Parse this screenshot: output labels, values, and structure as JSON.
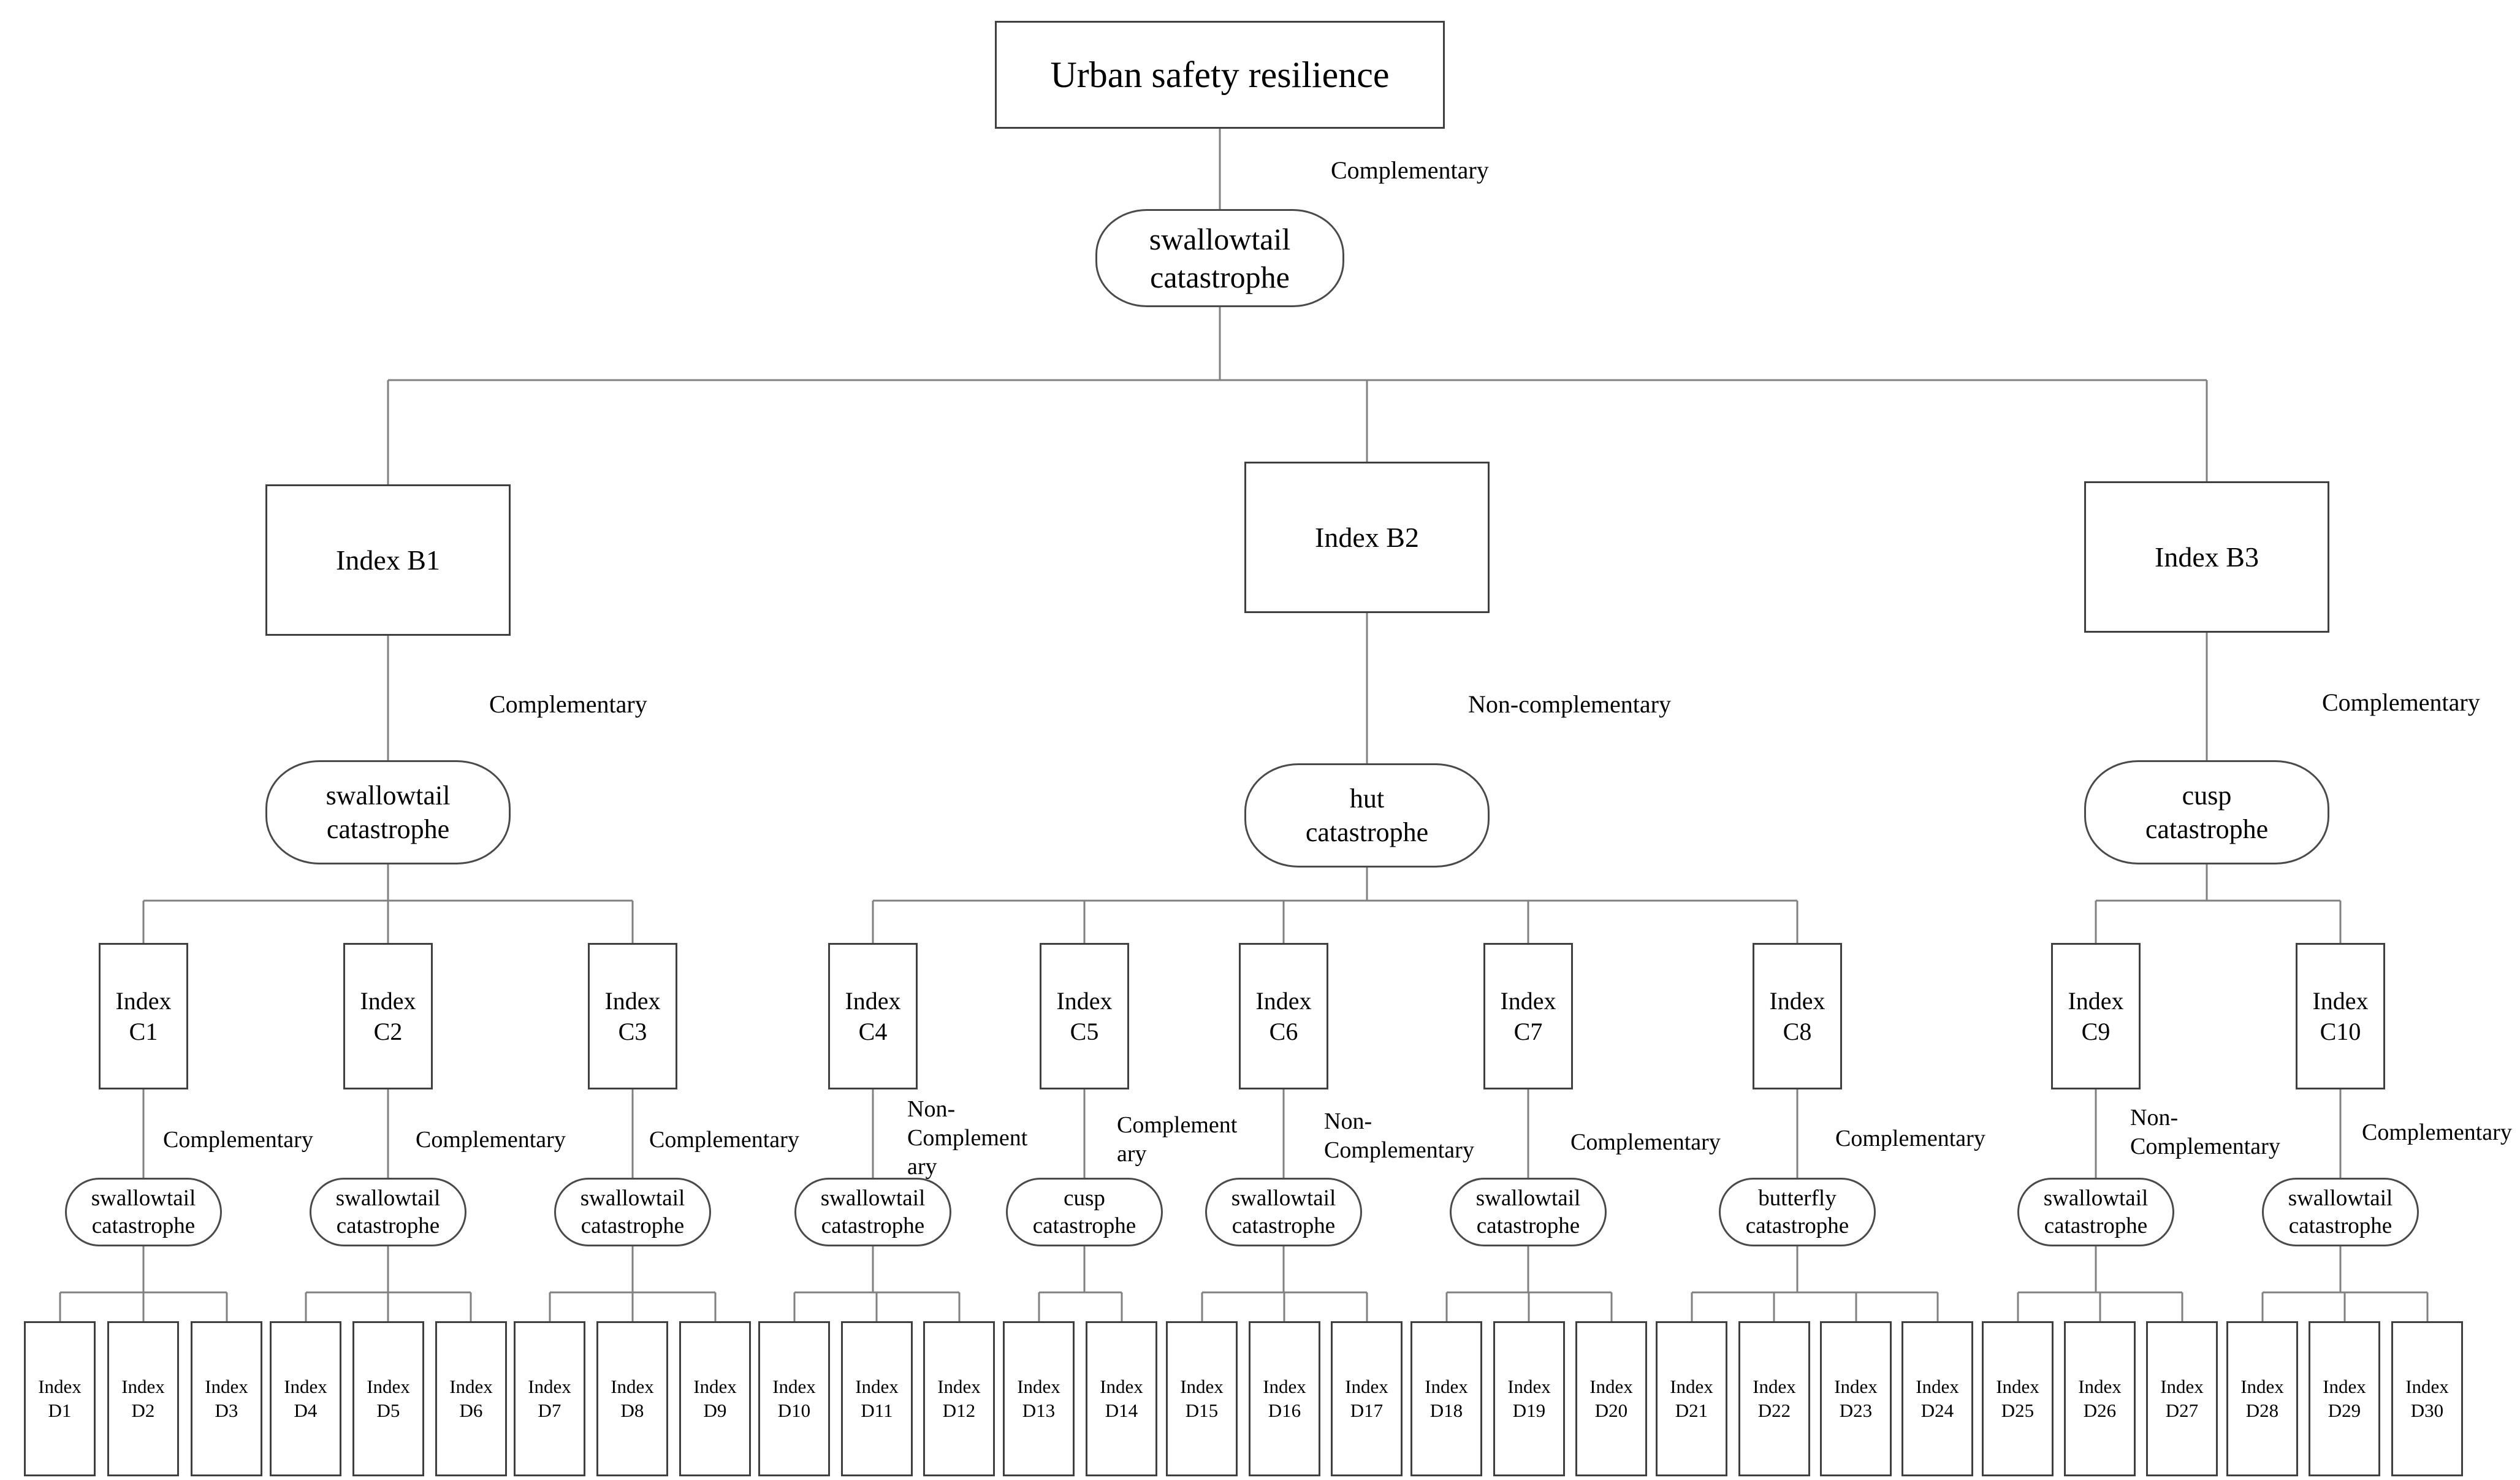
{
  "meta": {
    "title": "Urban safety resilience evaluation hierarchy diagram",
    "colors": {
      "background": "#ffffff",
      "line": "#808080",
      "box_border": "#3f3f3f",
      "text": "#000000"
    }
  },
  "root": {
    "label": "Urban safety resilience"
  },
  "root_edge": {
    "label": "Complementary"
  },
  "root_cat": {
    "line1": "swallowtail",
    "line2": "catastrophe"
  },
  "b": [
    {
      "label": "Index B1",
      "edge": "Complementary",
      "cat1": "swallowtail",
      "cat2": "catastrophe"
    },
    {
      "label": "Index B2",
      "edge": "Non-complementary",
      "cat1": "hut",
      "cat2": "catastrophe"
    },
    {
      "label": "Index B3",
      "edge": "Complementary",
      "cat1": "cusp",
      "cat2": "catastrophe"
    }
  ],
  "c": [
    {
      "l1": "Index",
      "l2": "C1",
      "edge": [
        "Complementary"
      ],
      "cat1": "swallowtail",
      "cat2": "catastrophe"
    },
    {
      "l1": "Index",
      "l2": "C2",
      "edge": [
        "Complementary"
      ],
      "cat1": "swallowtail",
      "cat2": "catastrophe"
    },
    {
      "l1": "Index",
      "l2": "C3",
      "edge": [
        "Complementary"
      ],
      "cat1": "swallowtail",
      "cat2": "catastrophe"
    },
    {
      "l1": "Index",
      "l2": "C4",
      "edge": [
        "Non-",
        "Complement",
        "ary"
      ],
      "cat1": "swallowtail",
      "cat2": "catastrophe"
    },
    {
      "l1": "Index",
      "l2": "C5",
      "edge": [
        "Complement",
        "ary"
      ],
      "cat1": "cusp",
      "cat2": "catastrophe"
    },
    {
      "l1": "Index",
      "l2": "C6",
      "edge": [
        "Non-",
        "Complementary"
      ],
      "cat1": "swallowtail",
      "cat2": "catastrophe"
    },
    {
      "l1": "Index",
      "l2": "C7",
      "edge": [
        "Complementary"
      ],
      "cat1": "swallowtail",
      "cat2": "catastrophe"
    },
    {
      "l1": "Index",
      "l2": "C8",
      "edge": [
        "Complementary"
      ],
      "cat1": "butterfly",
      "cat2": "catastrophe"
    },
    {
      "l1": "Index",
      "l2": "C9",
      "edge": [
        "Non-",
        "Complementary"
      ],
      "cat1": "swallowtail",
      "cat2": "catastrophe"
    },
    {
      "l1": "Index",
      "l2": "C10",
      "edge": [
        "Complementary"
      ],
      "cat1": "swallowtail",
      "cat2": "catastrophe"
    }
  ],
  "d": [
    {
      "l1": "Index",
      "l2": "D1"
    },
    {
      "l1": "Index",
      "l2": "D2"
    },
    {
      "l1": "Index",
      "l2": "D3"
    },
    {
      "l1": "Index",
      "l2": "D4"
    },
    {
      "l1": "Index",
      "l2": "D5"
    },
    {
      "l1": "Index",
      "l2": "D6"
    },
    {
      "l1": "Index",
      "l2": "D7"
    },
    {
      "l1": "Index",
      "l2": "D8"
    },
    {
      "l1": "Index",
      "l2": "D9"
    },
    {
      "l1": "Index",
      "l2": "D10"
    },
    {
      "l1": "Index",
      "l2": "D11"
    },
    {
      "l1": "Index",
      "l2": "D12"
    },
    {
      "l1": "Index",
      "l2": "D13"
    },
    {
      "l1": "Index",
      "l2": "D14"
    },
    {
      "l1": "Index",
      "l2": "D15"
    },
    {
      "l1": "Index",
      "l2": "D16"
    },
    {
      "l1": "Index",
      "l2": "D17"
    },
    {
      "l1": "Index",
      "l2": "D18"
    },
    {
      "l1": "Index",
      "l2": "D19"
    },
    {
      "l1": "Index",
      "l2": "D20"
    },
    {
      "l1": "Index",
      "l2": "D21"
    },
    {
      "l1": "Index",
      "l2": "D22"
    },
    {
      "l1": "Index",
      "l2": "D23"
    },
    {
      "l1": "Index",
      "l2": "D24"
    },
    {
      "l1": "Index",
      "l2": "D25"
    },
    {
      "l1": "Index",
      "l2": "D26"
    },
    {
      "l1": "Index",
      "l2": "D27"
    },
    {
      "l1": "Index",
      "l2": "D28"
    },
    {
      "l1": "Index",
      "l2": "D29"
    },
    {
      "l1": "Index",
      "l2": "D30"
    }
  ]
}
